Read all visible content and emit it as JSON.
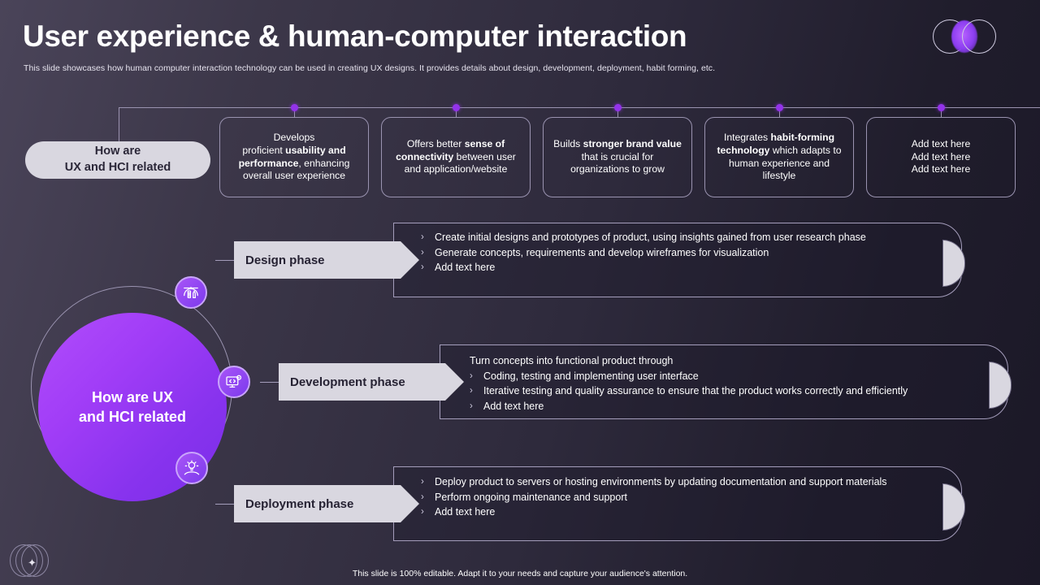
{
  "header": {
    "title": "User experience & human-computer interaction",
    "subtitle": "This slide showcases how human computer interaction technology can be used in creating UX designs. It provides details about design, development, deployment, habit forming, etc."
  },
  "pill": {
    "line1": "How are",
    "line2": "UX and HCI related"
  },
  "top_cards": [
    {
      "id": "card-usability",
      "html": "Develops<br>proficient <b>usability and performance</b>, enhancing overall user experience"
    },
    {
      "id": "card-connectivity",
      "html": "Offers better <b>sense of connectivity</b> between user and application/website"
    },
    {
      "id": "card-brand-value",
      "html": "Builds <b>stronger brand value</b> that is crucial for organizations to grow"
    },
    {
      "id": "card-habit-forming",
      "html": "Integrates <b>habit-forming technology</b> which adapts to human experience and lifestyle"
    },
    {
      "id": "card-placeholder",
      "html": "Add text here<br>Add text here<br>Add text here"
    }
  ],
  "center": {
    "line1": "How are UX",
    "line2": "and HCI related"
  },
  "center_icons": [
    {
      "name": "design-ruler-pen-icon"
    },
    {
      "name": "code-monitor-gear-icon"
    },
    {
      "name": "hand-lightbulb-icon"
    }
  ],
  "phases": [
    {
      "id": "design-phase",
      "label": "Design phase",
      "lead": "",
      "bullets": [
        "Create initial designs and prototypes of product, using insights gained from user research phase",
        "Generate concepts, requirements and develop wireframes for visualization",
        "Add text here"
      ]
    },
    {
      "id": "development-phase",
      "label": "Development phase",
      "lead": "Turn concepts into functional product through",
      "bullets": [
        "Coding, testing and implementing user interface",
        "Iterative testing and quality assurance to ensure that the product works correctly and efficiently",
        "Add text here"
      ]
    },
    {
      "id": "deployment-phase",
      "label": "Deployment phase",
      "lead": "",
      "bullets": [
        "Deploy product to servers or hosting environments by updating documentation and support materials",
        "Perform ongoing maintenance and support",
        "Add text here"
      ]
    }
  ],
  "footer": {
    "note": "This slide is 100% editable. Adapt it to your needs and capture your audience's attention."
  },
  "colors": {
    "accent_purple": "#9333ea",
    "core_gradient_start": "#b14dfb",
    "core_gradient_end": "#7a2ee8",
    "light_panel": "#d9d7e0",
    "outline": "#9a93b0",
    "background_start": "#4a4459",
    "background_end": "#1b1827"
  },
  "chevron_glyph": "›"
}
